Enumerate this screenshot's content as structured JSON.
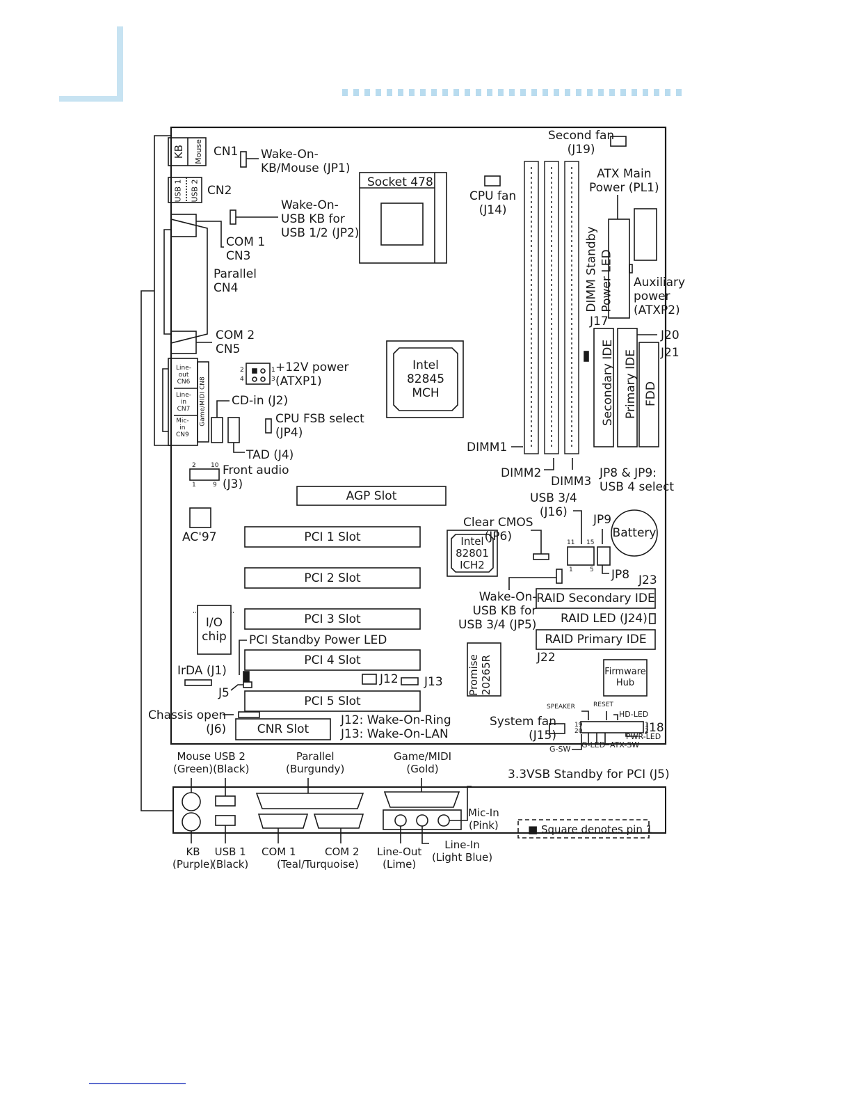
{
  "board_labels": {
    "kb": "KB",
    "mouse": "Mouse",
    "cn1": "CN1",
    "jp1": "Wake-On-\nKB/Mouse (JP1)",
    "usb1": "USB 1",
    "usb2": "USB 2",
    "cn2": "CN2",
    "jp2": "Wake-On-\nUSB KB for\nUSB 1/2 (JP2)",
    "com1_cn3": "COM 1\nCN3",
    "parallel_cn4": "Parallel\nCN4",
    "com2_cn5": "COM 2\nCN5",
    "lineout_cn6": "Line-\nout\nCN6",
    "linein_cn7": "Line-\nin\nCN7",
    "micin_cn9": "Mic-\nin\nCN9",
    "game_midi_cn8": "Game/MIDI CN8",
    "atxp1": "+12V power\n(ATXP1)",
    "cdin": "CD-in (J2)",
    "fsb": "CPU FSB select\n(JP4)",
    "tad": "TAD (J4)",
    "front_audio": "Front audio\n(J3)",
    "ac97": "AC'97",
    "socket": "Socket 478",
    "cpu_fan": "CPU fan\n(J14)",
    "mch": "Intel\n82845\nMCH",
    "second_fan": "Second fan\n(J19)",
    "atx_main": "ATX Main\nPower (PL1)",
    "aux_power": "Auxiliary\npower\n(ATXP2)",
    "dimm_led": "DIMM Standby\nPower LED",
    "j17": "J17",
    "j20": "J20",
    "j21": "J21",
    "secondary_ide": "Secondary IDE",
    "primary_ide": "Primary IDE",
    "fdd": "FDD",
    "dimm1": "DIMM1",
    "dimm2": "DIMM2",
    "dimm3": "DIMM3",
    "jp8_jp9": "JP8 & JP9:\nUSB 4 select",
    "agp": "AGP Slot",
    "usb34": "USB 3/4\n(J16)",
    "jp9": "JP9",
    "battery": "Battery",
    "clear_cmos": "Clear CMOS\n(JP6)",
    "ich2": "Intel\n82801\nICH2",
    "pci1": "PCI 1 Slot",
    "pci2": "PCI 2 Slot",
    "pci3": "PCI 3 Slot",
    "pci4": "PCI 4 Slot",
    "pci5": "PCI 5 Slot",
    "cnr": "CNR Slot",
    "jp8": "JP8",
    "j23": "J23",
    "jp5": "Wake-On-\nUSB KB for\nUSB 3/4 (JP5)",
    "raid_secondary": "RAID Secondary IDE",
    "raid_led": "RAID LED (J24)",
    "raid_primary": "RAID Primary IDE",
    "j22": "J22",
    "io_chip": "I/O\nchip",
    "pci_led": "PCI Standby Power LED",
    "irda": "IrDA (J1)",
    "j5": "J5",
    "j12": "J12",
    "j13": "J13",
    "promise": "Promise\n20265R",
    "firmware": "Firmware\nHub",
    "chassis": "Chassis open\n(J6)",
    "j12_desc": "J12: Wake-On-Ring",
    "j13_desc": "J13: Wake-On-LAN",
    "speaker": "SPEAKER",
    "reset": "RESET",
    "hd_led": "HD-LED",
    "system_fan": "System fan\n(J15)",
    "j18": "J18",
    "pwr_led": "PWR-LED",
    "g_sw": "G-SW",
    "g_led": "G-LED",
    "atx_sw": "ATX-SW",
    "pin19": "19",
    "pin20": "20",
    "pin1": "1",
    "pin2": "2",
    "pin11": "11",
    "pin15": "15",
    "pin5": "5",
    "pin10": "10",
    "pin9": "9",
    "pin3": "3",
    "pin4": "4"
  },
  "rear_panel": {
    "mouse_usb2": "Mouse USB 2\n(Green)(Black)",
    "parallel": "Parallel\n(Burgundy)",
    "game_midi": "Game/MIDI\n(Gold)",
    "vsb_note": "3.3VSB Standby for PCI (J5)",
    "mic_in": "Mic-In\n(Pink)",
    "kb": "KB\n(Purple)",
    "usb1": "USB 1\n(Black)",
    "com1": "COM 1",
    "com2": "COM 2",
    "teal": "(Teal/Turquoise)",
    "line_out": "Line-Out\n(Lime)",
    "line_in": "Line-In\n(Light Blue)"
  },
  "legend": {
    "square_pin1": "■ Square denotes pin 1"
  },
  "colors": {
    "accent_blue": "#2a3fbf",
    "header_dots": "#b9dcef",
    "header_bar": "#c7e3f2"
  }
}
